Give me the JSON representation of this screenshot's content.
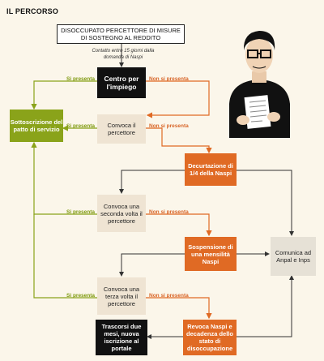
{
  "title": "IL PERCORSO",
  "header": "DISOCCUPATO PERCETTORE DI MISURE DI SOSTEGNO AL REDDITO",
  "note": "Contatto entro 15 giorni dalla domanda di Naspi",
  "nodes": {
    "centro": "Centro per l'impiego",
    "patto": "Sottoscrizione del patto di servizio",
    "convoca1": "Convoca il percettore",
    "decurtazione": "Decurtazione di 1/4 della Naspi",
    "convoca2": "Convoca una seconda volta il percettore",
    "sospensione": "Sospensione di una mensilità Naspi",
    "comunica": "Comunica ad Anpal e Inps",
    "convoca3": "Convoca una terza volta il percettore",
    "trascorsi": "Trascorsi due mesi, nuova iscrizione al portale",
    "revoca": "Revoca Naspi e decadenza dello stato di disoccupazione"
  },
  "labels": {
    "si": "Si presenta",
    "no": "Non si presenta"
  },
  "colors": {
    "green": "#8aa31a",
    "orange": "#e06a24",
    "black": "#111111",
    "beige": "#efe4d3",
    "background": "#fbf6ea"
  },
  "illustration": "man-with-glasses-reading-document-icon"
}
